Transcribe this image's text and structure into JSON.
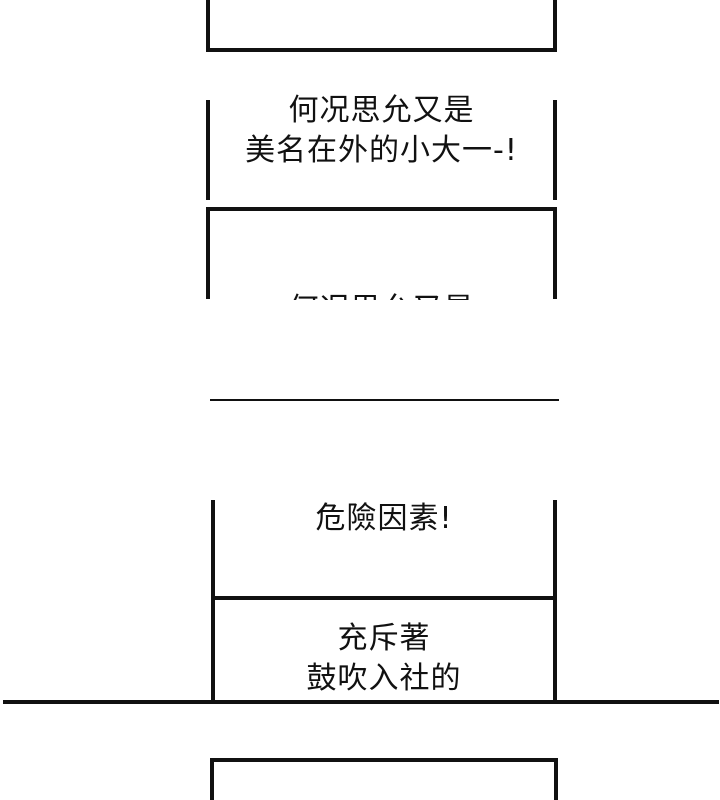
{
  "panels": {
    "top_caption": {
      "line1": "何况思允又是",
      "line2": "美名在外的小大一-!"
    },
    "cut_caption": {
      "line1": "何况思允又是"
    },
    "danger_caption": {
      "line1": "危險因素!"
    },
    "society_caption": {
      "line1": "充斥著",
      "line2": "鼓吹入社的"
    }
  }
}
